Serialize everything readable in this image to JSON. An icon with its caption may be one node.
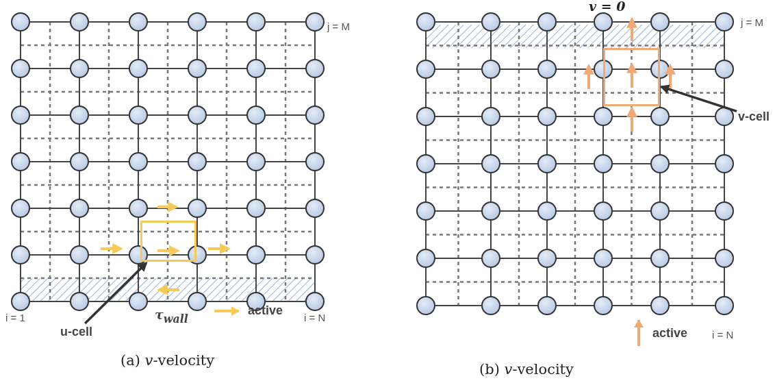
{
  "diagram": {
    "nodes": [
      {
        "text": [
          "u-cell"
        ]
      },
      {
        "text": [],
        "shape": "box"
      },
      {
        "text": [
          "v-cell"
        ]
      },
      {
        "text": [],
        "shape": "box"
      }
    ],
    "edges": [
      {
        "from": 0,
        "to": 1,
        "arrow": "to"
      },
      {
        "from": 2,
        "to": 3,
        "arrow": "to"
      }
    ],
    "labels": [
      "j = M",
      "i = 1",
      "τ$_{wall}$",
      "i = N",
      "(a) *v*-velocity",
      "v = 0",
      "j = M",
      "i = N",
      "(b) *v*-velocity"
    ],
    "legend": [
      {
        "text": "active"
      },
      {
        "text": "active"
      }
    ]
  }
}
